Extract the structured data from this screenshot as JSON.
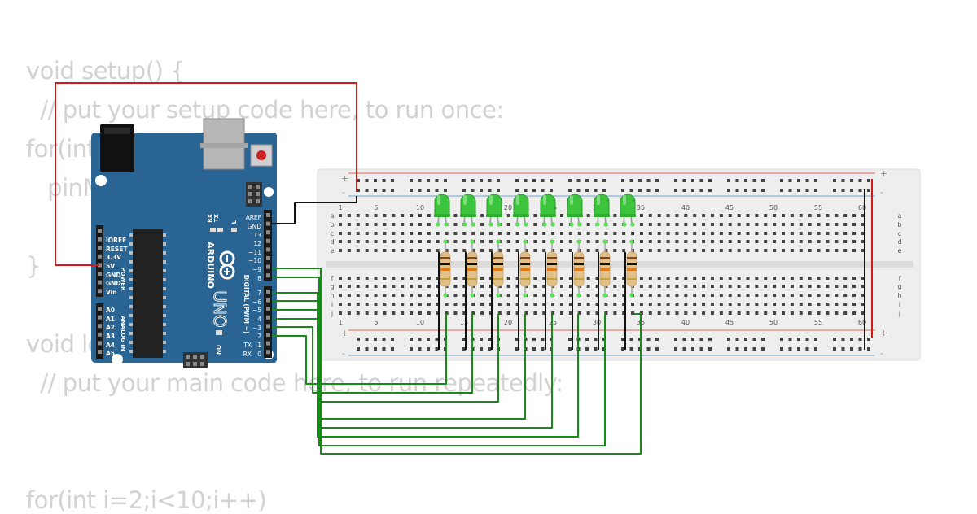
{
  "code_lines": [
    "void setup() {",
    "  // put your setup code here, to run once:",
    "for(int i=2;i<10;i++)",
    "   pinMode(i,OUTPUT);",
    "",
    "}",
    "",
    "void loop() {",
    "  // put your main code here, to run repeatedly:",
    "",
    "",
    "for(int i=2;i<10;i++)"
  ],
  "arduino": {
    "labels": {
      "aref": "AREF",
      "gnd": "GND",
      "d13": "13",
      "d12": "12",
      "d11": "~11",
      "d10": "~10",
      "d9": "~9",
      "d8": "8",
      "d7": "7",
      "d6": "~6",
      "d5": "~5",
      "d4": "4",
      "d3": "~3",
      "d2": "2",
      "tx1": "TX",
      "rx0": "RX",
      "d1": "1",
      "d0": "0",
      "tx": "TX",
      "rx": "RX",
      "l": "L",
      "on": "ON",
      "ioref": "IOREF",
      "reset": "RESET",
      "v33": "3.3V",
      "v5": "5V",
      "gnd1": "GND",
      "gnd2": "GND",
      "vin": "Vin",
      "power": "POWER",
      "analog_in": "ANALOG IN",
      "a0": "A0",
      "a1": "A1",
      "a2": "A2",
      "a3": "A3",
      "a4": "A4",
      "a5": "A5",
      "brand": "ARDUINO",
      "model": "UNO",
      "digital": "DIGITAL (PWM ~)"
    },
    "colors": {
      "board": "#2a6493",
      "usb": "#b7b7b7",
      "jack": "#111111",
      "chip": "#222222",
      "reset_button": "#cc2222"
    }
  },
  "breadboard": {
    "column_numbers": [
      "1",
      "5",
      "10",
      "15",
      "20",
      "25",
      "30",
      "35",
      "40",
      "45",
      "50",
      "55",
      "60"
    ],
    "row_letters_top": [
      "a",
      "b",
      "c",
      "d",
      "e"
    ],
    "row_letters_bottom": [
      "f",
      "g",
      "h",
      "i",
      "j"
    ],
    "plus": "+",
    "minus": "-",
    "colors": {
      "body": "#eeeeee",
      "rail_red": "#e8645a",
      "rail_blue": "#6fa6cf"
    }
  },
  "components": {
    "led_count": 8,
    "resistor_count": 8,
    "led_color": "#3cc43c"
  },
  "wire_colors": {
    "power": "#d11a1a",
    "ground": "#111111",
    "signal": "#178a17"
  }
}
